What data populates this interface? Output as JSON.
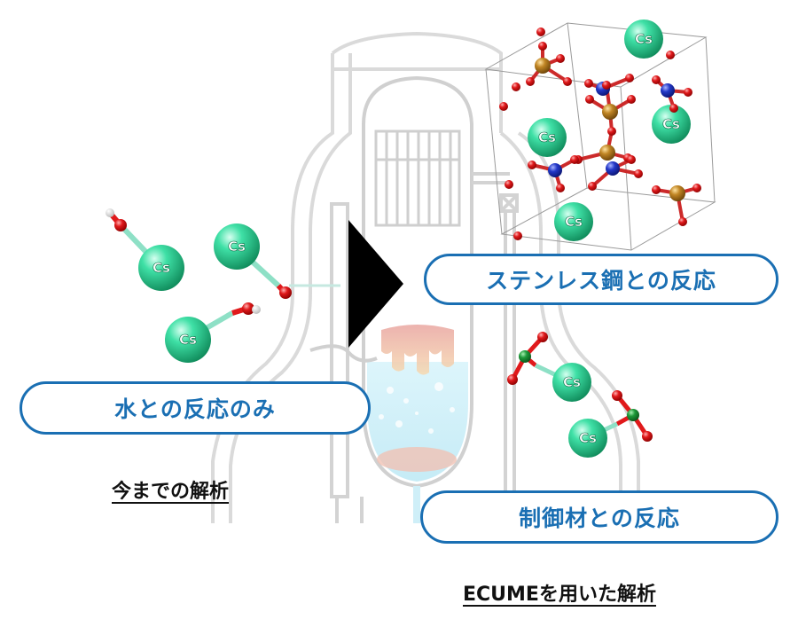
{
  "labels": {
    "reaction_water": "水との反応のみ",
    "reaction_steel": "ステンレス鋼との反応",
    "reaction_control": "制御材との反応",
    "caption_previous": "今までの解析",
    "caption_ecume": "ECUMEを用いた解析",
    "atom": "Cs"
  },
  "colors": {
    "accent": "#1a6fb3",
    "cesium": "#2ed39a",
    "oxygen": "#e0191b",
    "boron": "#1e9a3a",
    "iron": "#c08524",
    "chromium": "#2338c8",
    "hydrogen": "#f4f4f4",
    "reactor_outline": "#cfcfcf",
    "arrow": "#000000"
  }
}
